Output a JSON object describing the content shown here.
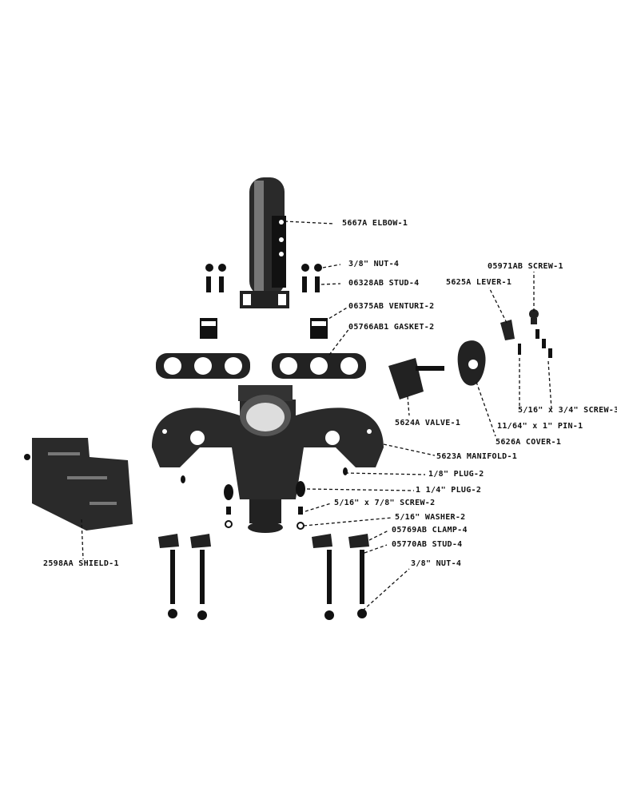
{
  "colors": {
    "ink": "#111111",
    "paper": "#ffffff",
    "shade": "#3a3a3a"
  },
  "labels": {
    "elbow": "5667A ELBOW-1",
    "nut_top": "3/8\" NUT-4",
    "stud_top": "06328AB STUD-4",
    "venturi": "06375AB VENTURI-2",
    "gasket": "05766AB1 GASKET-2",
    "screw_top": "05971AB SCREW-1",
    "lever": "5625A LEVER-1",
    "screw_cover": "5/16\" x 3/4\" SCREW-3",
    "pin": "11/64\" x 1\" PIN-1",
    "valve": "5624A VALVE-1",
    "cover": "5626A COVER-1",
    "manifold": "5623A MANIFOLD-1",
    "plug_small": "1/8\" PLUG-2",
    "plug_large": "1 1/4\" PLUG-2",
    "screw_lower": "5/16\" x 7/8\" SCREW-2",
    "washer": "5/16\" WASHER-2",
    "clamp": "05769AB CLAMP-4",
    "stud_lower": "05770AB STUD-4",
    "nut_lower": "3/8\" NUT-4",
    "shield": "2598AA SHIELD-1"
  }
}
